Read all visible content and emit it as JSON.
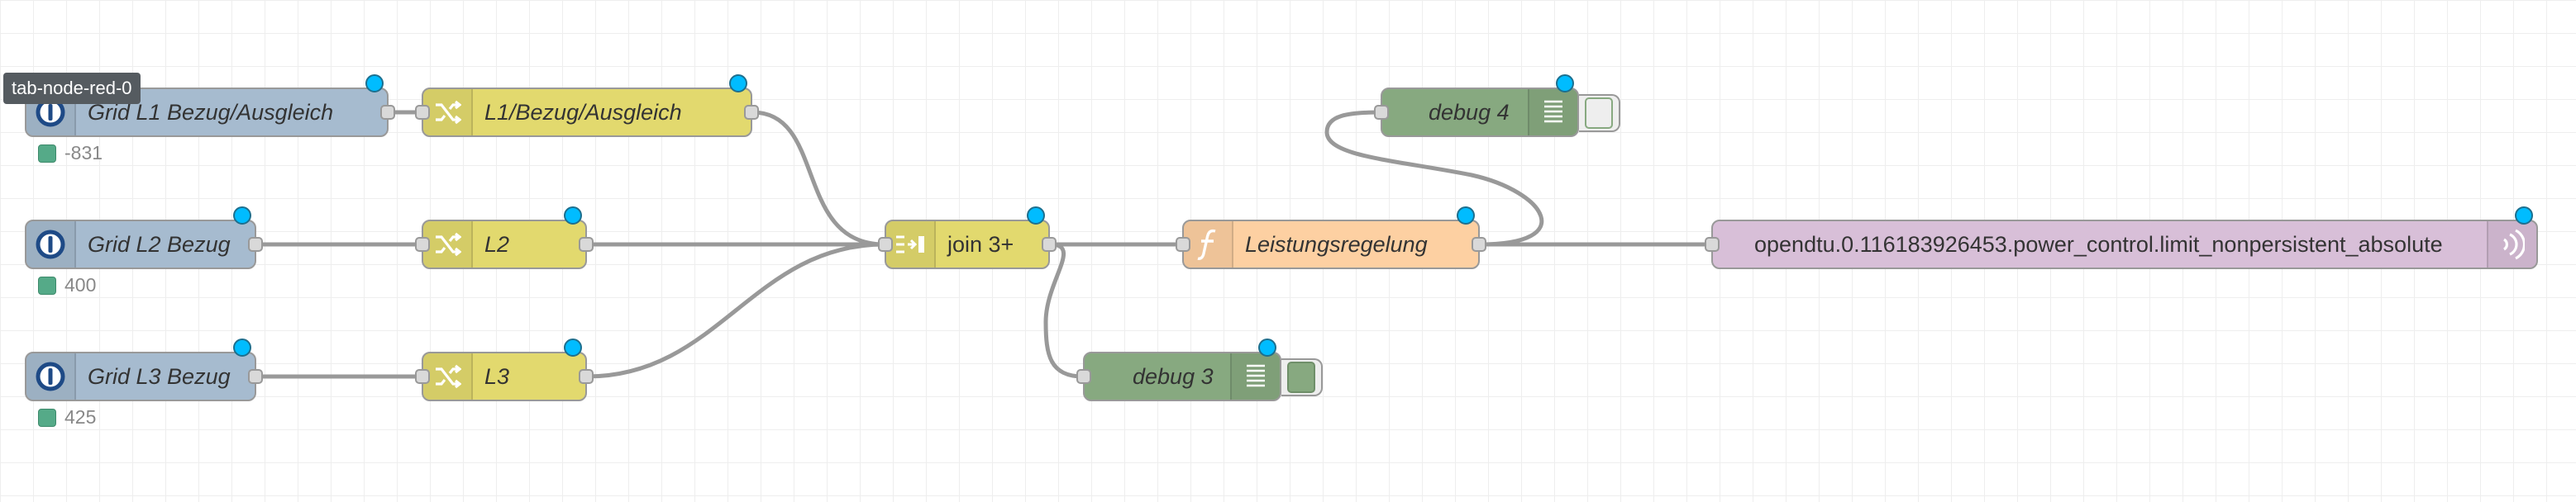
{
  "tooltip": {
    "text": "tab-node-red-0"
  },
  "colors": {
    "inject": "#a6bbcf",
    "change": "#e2d96e",
    "function": "#fdd0a2",
    "debug": "#87a980",
    "output": "#d8bfd8",
    "changed_indicator": "#00bcff",
    "wire": "#999999"
  },
  "nodes": {
    "grid_l1": {
      "label": "Grid L1 Bezug/Ausgleich",
      "status": "-831",
      "icon": "iobroker-input-icon"
    },
    "grid_l2": {
      "label": "Grid L2 Bezug",
      "status": "400",
      "icon": "iobroker-input-icon"
    },
    "grid_l3": {
      "label": "Grid L3 Bezug",
      "status": "425",
      "icon": "iobroker-input-icon"
    },
    "change_l1": {
      "label": "L1/Bezug/Ausgleich",
      "icon": "shuffle-icon"
    },
    "change_l2": {
      "label": "L2",
      "icon": "shuffle-icon"
    },
    "change_l3": {
      "label": "L3",
      "icon": "shuffle-icon"
    },
    "join": {
      "label": "join 3+",
      "icon": "join-icon"
    },
    "function": {
      "label": "Leistungsregelung",
      "icon": "function-icon"
    },
    "debug4": {
      "label": "debug 4",
      "icon": "debug-list-icon",
      "active": false
    },
    "debug3": {
      "label": "debug 3",
      "icon": "debug-list-icon",
      "active": true
    },
    "output": {
      "label": "opendtu.0.116183926453.power_control.limit_nonpersistent_absolute",
      "icon": "broadcast-icon"
    }
  }
}
